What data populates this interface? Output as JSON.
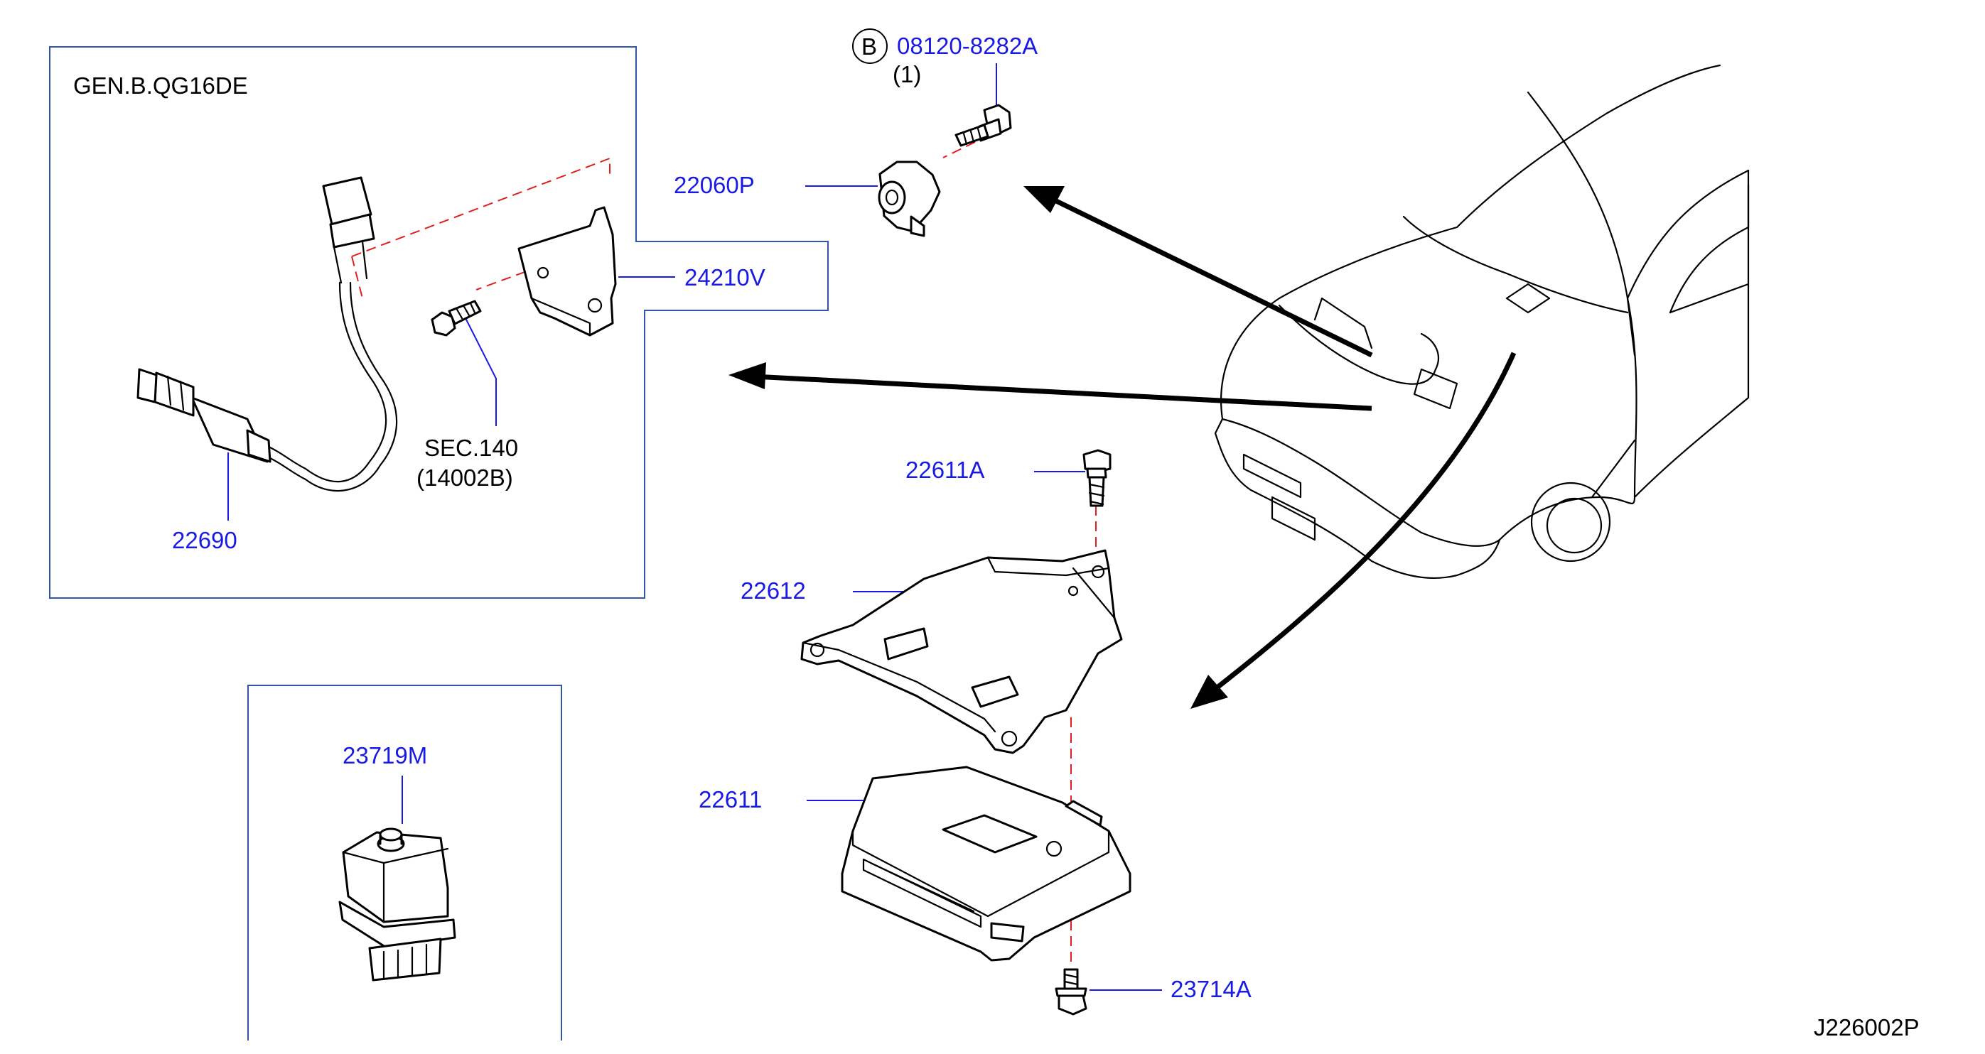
{
  "diagram_code": "J226002P",
  "frames": {
    "engine_variant": "GEN.B.QG16DE"
  },
  "parts": {
    "p22690": "22690",
    "p24210V": "24210V",
    "p22060P": "22060P",
    "p08120": "08120-8282A",
    "p08120_qty": "(1)",
    "p08120_symbol": "B",
    "sec_ref": "SEC.140",
    "sec_ref_sub": "(14002B)",
    "p22611A": "22611A",
    "p22612": "22612",
    "p22611": "22611",
    "p23714A": "23714A",
    "p23719M": "23719M"
  }
}
